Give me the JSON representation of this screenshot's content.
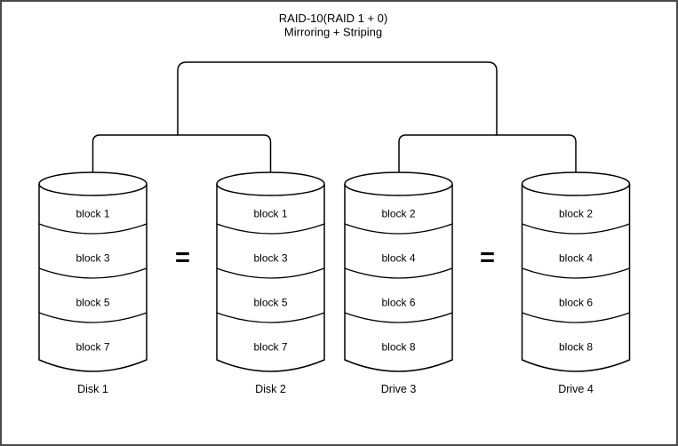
{
  "title": "RAID-10(RAID 1 + 0)",
  "subtitle": "Mirroring + Striping",
  "equals_symbol": "=",
  "colors": {
    "line": "#000000",
    "background": "#ffffff",
    "frame_border": "#4a4a4a",
    "text": "#000000"
  },
  "disks": [
    {
      "name": "Disk 1",
      "blocks": [
        "block 1",
        "block 3",
        "block 5",
        "block 7"
      ]
    },
    {
      "name": "Disk 2",
      "blocks": [
        "block 1",
        "block 3",
        "block 5",
        "block 7"
      ]
    },
    {
      "name": "Drive 3",
      "blocks": [
        "block 2",
        "block 4",
        "block 6",
        "block 8"
      ]
    },
    {
      "name": "Drive 4",
      "blocks": [
        "block 2",
        "block 4",
        "block 6",
        "block 8"
      ]
    }
  ]
}
